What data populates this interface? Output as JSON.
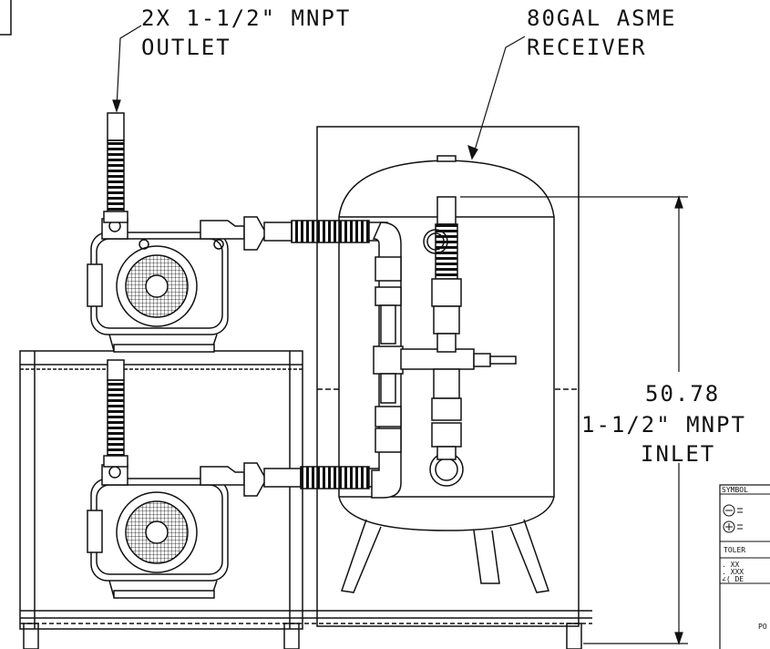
{
  "callouts": {
    "outlet_line1": "2X 1-1/2\" MNPT",
    "outlet_line2": "OUTLET",
    "receiver_line1": "80GAL ASME",
    "receiver_line2": "RECEIVER",
    "inlet_line1": "1-1/2\" MNPT",
    "inlet_line2": "INLET"
  },
  "dimension": {
    "height_value": "50.78"
  },
  "title_block": {
    "symbol_label": "SYMBOL",
    "tolerance_label": "TOLER",
    "tol_xx": ". XX",
    "tol_xxx": ". XXX",
    "tol_angle": "∠( DE",
    "po_label": "PO"
  },
  "colors": {
    "line": "#111111",
    "background": "#ffffff"
  }
}
